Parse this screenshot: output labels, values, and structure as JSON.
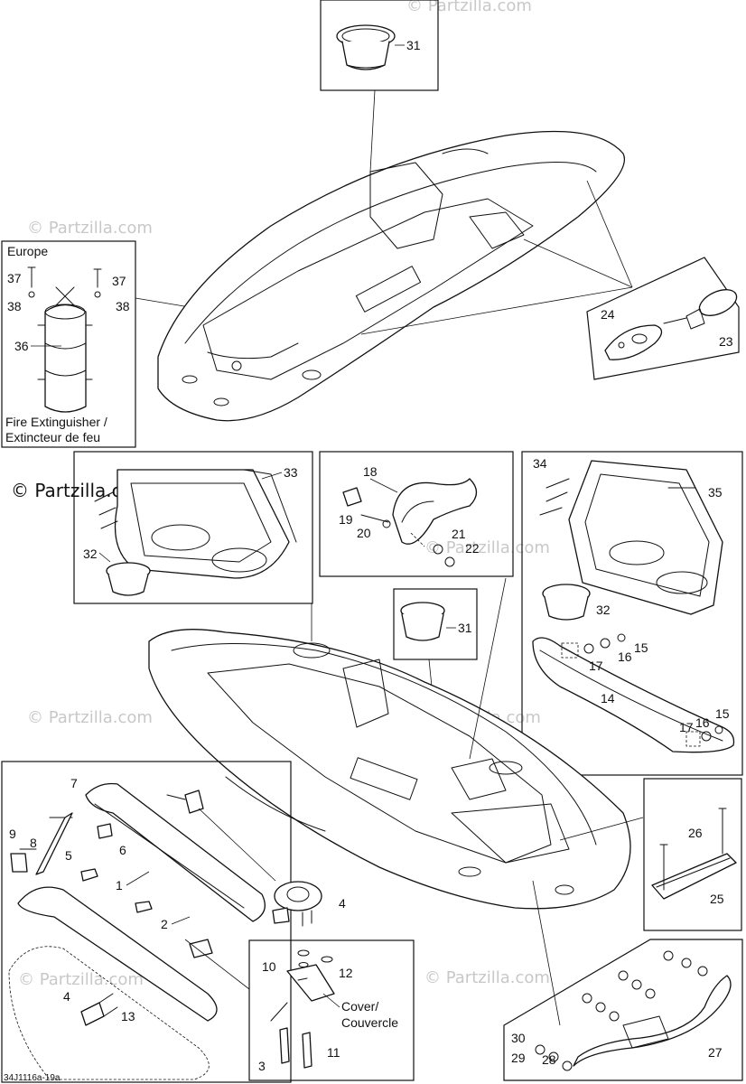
{
  "brand": "© Partzilla.com",
  "watermark": "© Partzilla.com",
  "reference_code": "34J1116a-19a",
  "europe_box": {
    "title": "Europe",
    "caption_line1": "Fire Extinguisher /",
    "caption_line2": "Extincteur de feu"
  },
  "cover_label_line1": "Cover/",
  "cover_label_line2": "Couvercle",
  "callouts": {
    "c1": "1",
    "c2": "2",
    "c3": "3",
    "c4": "4",
    "c4b": "4",
    "c5": "5",
    "c6": "6",
    "c7": "7",
    "c8": "8",
    "c9": "9",
    "c10": "10",
    "c11": "11",
    "c12": "12",
    "c13": "13",
    "c14": "14",
    "c15": "15",
    "c15b": "15",
    "c16": "16",
    "c16b": "16",
    "c17": "17",
    "c17b": "17",
    "c18": "18",
    "c19": "19",
    "c20": "20",
    "c21": "21",
    "c22": "22",
    "c23": "23",
    "c24": "24",
    "c25": "25",
    "c26": "26",
    "c27": "27",
    "c28": "28",
    "c29": "29",
    "c30": "30",
    "c31": "31",
    "c31b": "31",
    "c32": "32",
    "c32b": "32",
    "c33": "33",
    "c34": "34",
    "c35": "35",
    "c36": "36",
    "c37": "37",
    "c37b": "37",
    "c38": "38",
    "c38b": "38"
  }
}
